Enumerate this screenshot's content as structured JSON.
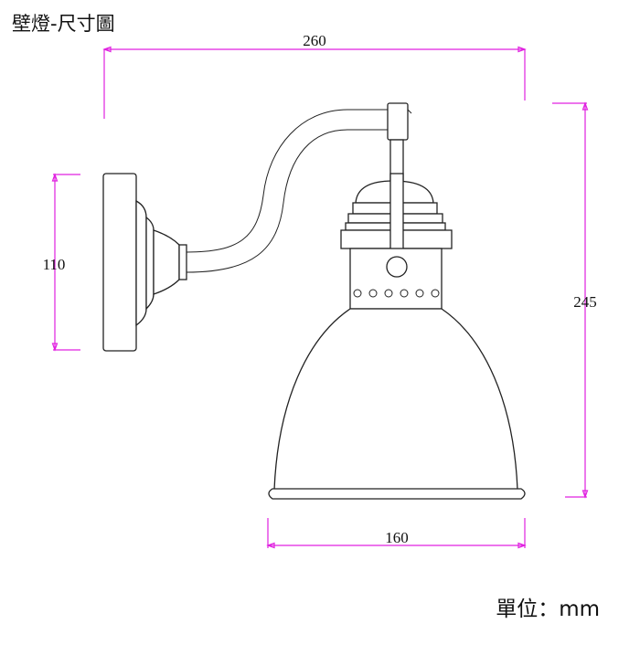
{
  "title": "壁燈-尺寸圖",
  "units_label": "單位：mm",
  "dimensions": {
    "overall_width": "260",
    "backplate_height": "110",
    "overall_height": "245",
    "shade_diameter": "160"
  },
  "colors": {
    "dimension_lines": "#e020e0",
    "outline": "#222222"
  }
}
